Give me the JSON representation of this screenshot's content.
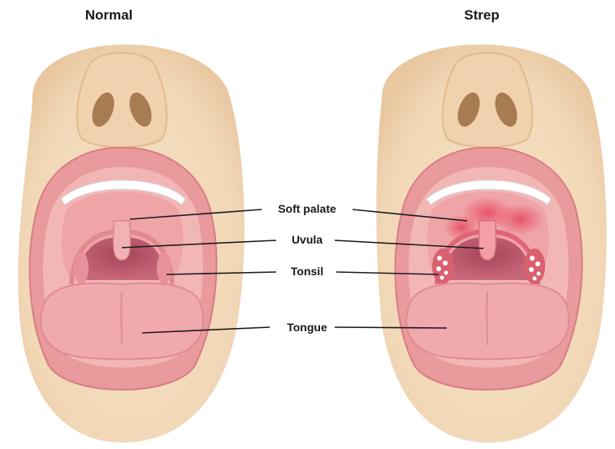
{
  "panels": {
    "normal": {
      "title": "Normal"
    },
    "strep": {
      "title": "Strep"
    }
  },
  "labels": {
    "soft_palate": "Soft palate",
    "uvula": "Uvula",
    "tonsil": "Tonsil",
    "tongue": "Tongue"
  },
  "colors": {
    "skin": "#f3dcbf",
    "skin_shadow": "#e6c49d",
    "lip": "#e99a9d",
    "mouth_inner": "#f2b7b5",
    "throat": "#b9566b",
    "tongue": "#f0a9ad",
    "teeth": "#ffffff",
    "inflammation": "#e8455f",
    "pus_spots": "#ffffff",
    "leader_line": "#1a1a1a"
  }
}
